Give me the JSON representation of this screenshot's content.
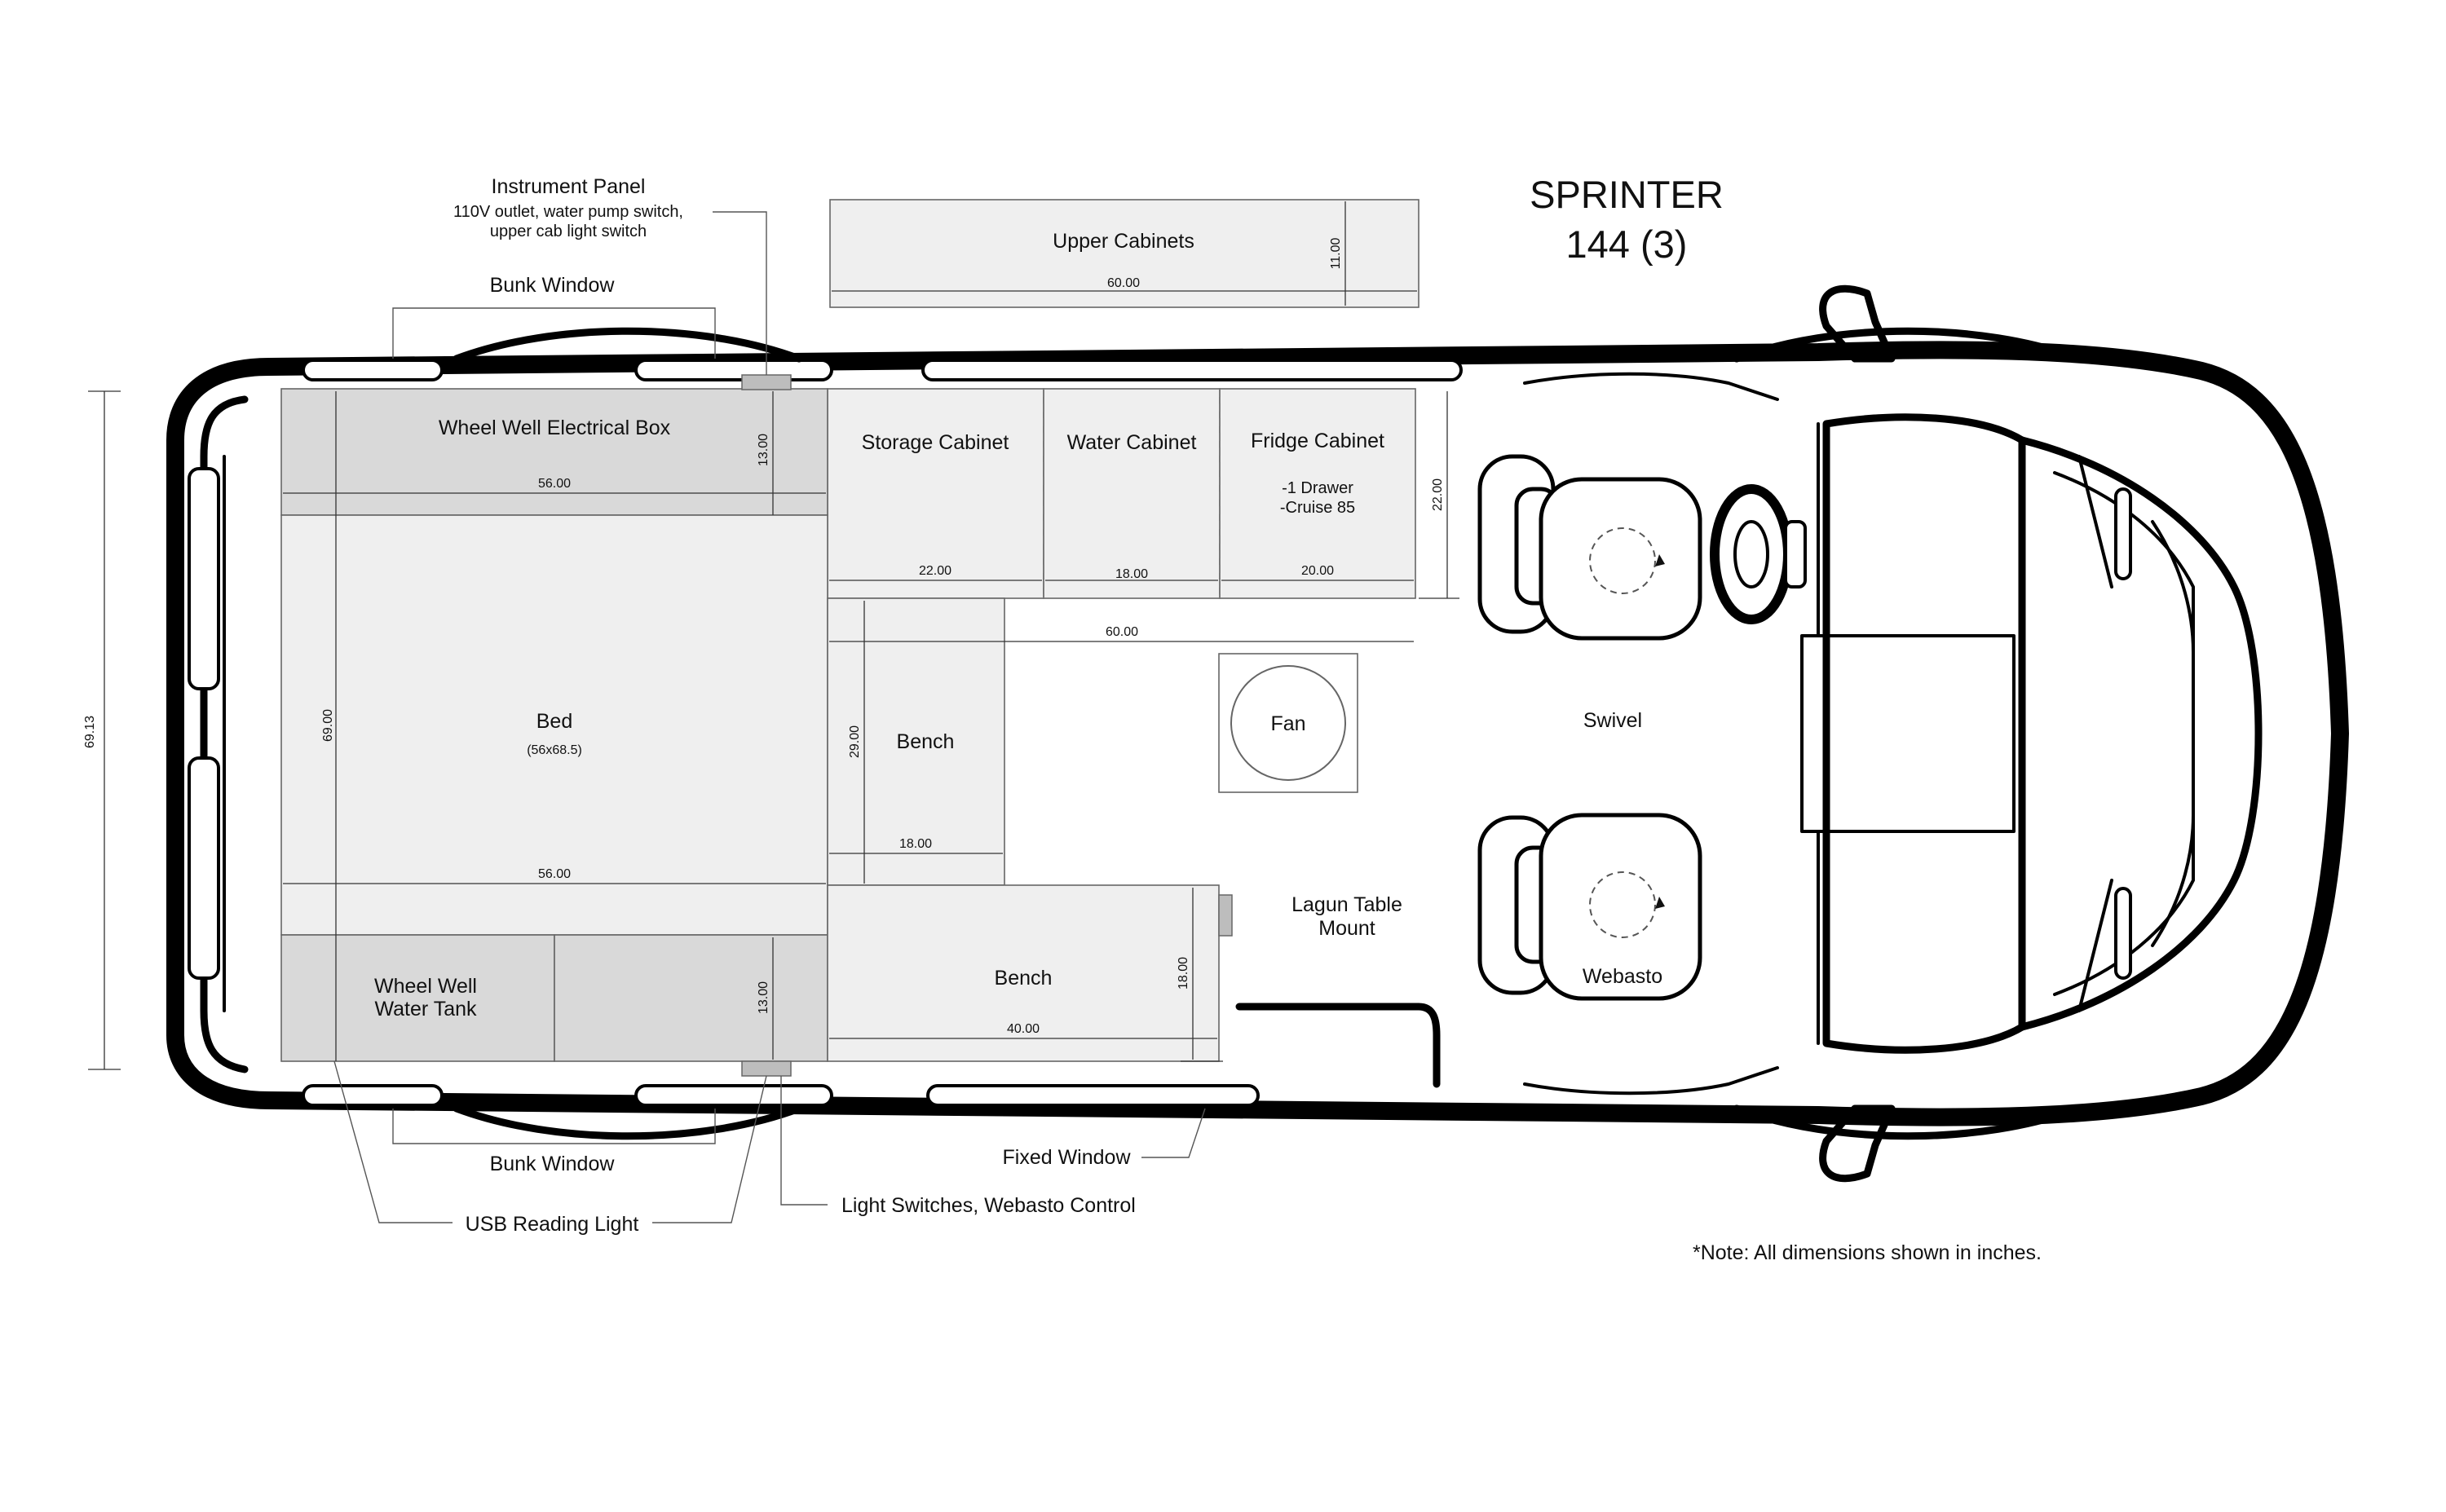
{
  "title": {
    "line1": "SPRINTER",
    "line2": "144 (3)"
  },
  "note": "*Note: All dimensions shown in inches.",
  "upper_cabinets": {
    "label": "Upper Cabinets",
    "width": "60.00",
    "depth": "11.00"
  },
  "instrument_panel": {
    "title": "Instrument Panel",
    "line1": "110V outlet, water pump switch,",
    "line2": "upper cab light switch"
  },
  "bunk_window_top": "Bunk Window",
  "bunk_window_bottom": "Bunk Window",
  "usb_reading_light": "USB Reading Light",
  "light_switches": "Light Switches, Webasto Control",
  "fixed_window": "Fixed Window",
  "lagun": {
    "line1": "Lagun Table",
    "line2": "Mount"
  },
  "overall_width": "69.13",
  "wheel_well_electrical": {
    "label": "Wheel Well Electrical Box",
    "width": "56.00",
    "depth": "13.00"
  },
  "bed": {
    "label": "Bed",
    "size": "(56x68.5)",
    "height": "69.00",
    "width": "56.00"
  },
  "wheel_well_water": {
    "line1": "Wheel Well",
    "line2": "Water Tank",
    "depth": "13.00"
  },
  "storage_cabinet": {
    "label": "Storage Cabinet",
    "width": "22.00"
  },
  "water_cabinet": {
    "label": "Water Cabinet",
    "width": "18.00"
  },
  "fridge_cabinet": {
    "label": "Fridge Cabinet",
    "line1": "-1 Drawer",
    "line2": "-Cruise 85",
    "width": "20.00"
  },
  "galley": {
    "total": "60.00",
    "depth": "22.00"
  },
  "bench_1": {
    "label": "Bench",
    "depth": "29.00",
    "width": "18.00"
  },
  "bench_2": {
    "label": "Bench",
    "width": "40.00",
    "depth": "18.00"
  },
  "fan": "Fan",
  "swivel": "Swivel",
  "webasto": "Webasto"
}
